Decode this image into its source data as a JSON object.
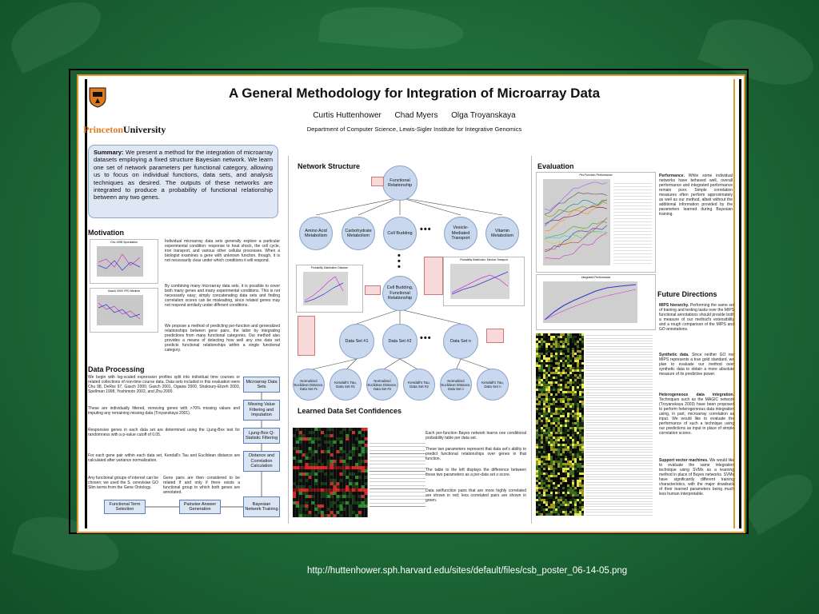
{
  "poster": {
    "title": "A General Methodology for Integration of Microarray Data",
    "authors": "Curtis Huttenhower      Chad Myers      Olga Troyanskaya",
    "department": "Department of Computer Science, Lewis-Sigler Institute for Integrative Genomics",
    "logo_part1": "Princeton",
    "logo_part2": "University",
    "summary_label": "Summary:",
    "summary_text": "We present a method for the integration of microarray datasets employing a fixed structure Bayesian network.  We learn one set of network parameters per functional category, allowing us to focus on individual functions, data sets, and analysis techniques as desired.  The outputs of these networks are integrated to produce a probability of functional relationship between any two genes.",
    "motivation_heading": "Motivation",
    "motivation_p1": "Individual microarray data sets generally explore a particular experimental condition: response to heat shock, the cell cycle, iron transport, and various other cellular processes.  When a biologist examines a gene with unknown function, though, it is not necessarily clear under which conditions it will respond.",
    "motivation_p2": "By combining many microarray data sets, it is possible to cover both many genes and many experimental conditions.  This is not necessarily easy; simply concatenating data sets and finding correlation scores can be misleading, since related genes may not respond similarly under different conditions.",
    "motivation_p3": "We propose a method of predicting per-function and generalized relationships between gene pairs, the latter by integrating predictions from many functional categories.  Our method also provides a means of detecting how well any one data set predicts functional relationships within a single functional category.",
    "chart1_title": "Chu 1998 Sporulation",
    "chart2_title": "Gasch 2000 YPD Medium",
    "data_processing_heading": "Data Processing",
    "dp_p1": "We begin with log-scaled expression profiles split into individual time courses or related collections of non-time course data.  Data sets included in this evaluation were Chu 98, DeRisi 97, Gasch 2000, Gasch 2001, Ogawa 2000, Shakoury-Elizeh 2003, Spellman 1998, Yoshimoto 2002, and Zhu 2000.",
    "dp_p2": "These are individually filtered, removing genes with >70% missing values and imputing any remaining missing data (Troyanskaya 2001).",
    "dp_p3": "Responsive genes in each data set are determined using the Ljung-Box test for randomness with a p-value cutoff of 0.05.",
    "dp_p4": "For each gene pair within each data set, Kendall's Tau and Euclidean distance are calculated after variance normalization.",
    "dp_p5": "Any functional groups of interest can be chosen; we used the S. cerevisiae GO Slim terms from the Gene Ontology.",
    "dp_p6": "Gene pairs are then considered to be related if and only if there exists a functional group to which both genes are annotated.",
    "flow": [
      "Microarray Data Sets",
      "Missing Value Filtering and Imputation",
      "Ljung-Box Q-Statistic Filtering",
      "Distance and Correlation Calculation",
      "Bayesian Network Training",
      "Pairwise Answer Generation",
      "Functional Term Selection"
    ],
    "network_heading": "Network Structure",
    "net_nodes": {
      "root": "Functional Relationship",
      "amino": "Amino Acid Metabolism",
      "carb": "Carbohydrate Metabolism",
      "budding": "Cell Budding",
      "vesicle": "Vesicle-Mediated Transport",
      "vitamin": "Vitamin Metabolism",
      "cb_fr": "Cell Budding, Functional Relationship",
      "ds1": "Data Set #1",
      "ds2": "Data Set #2",
      "dsn": "Data Set n",
      "n1": "Normalized Euclidean Distance, Data Set #1",
      "k1": "Kendall's Tau, Data Set #1",
      "n2": "Normalized Euclidean Distance, Data Set #2",
      "k2": "Kendall's Tau, Data Set #2",
      "nn": "Normalized Euclidean Distance, Data Set n",
      "kn": "Kendall's Tau, Data Set n"
    },
    "prob_chart1": "Probability Distribution: Distance",
    "prob_chart2": "Probability Distribution: Electron Transport",
    "learned_heading": "Learned Data Set Confidences",
    "learned_p1": "Each per-function Bayes network learns one conditional probability table per data set.",
    "learned_p2": "These two parameters represent that data set's ability to predict functional relationships over genes in that function.",
    "learned_p3": "The table to the left displays the difference between these two parameters as a per-data set z-score.",
    "learned_p4": "Data set/function pairs that are more highly correlated are shown in red; less correlated pairs are shown in green.",
    "evaluation_heading": "Evaluation",
    "eval_chart1": "Per-Function Performance",
    "eval_chart2": "Integrated Performance",
    "performance_label": "Performance.",
    "performance_text": "While some individual networks have behaved well, overall performance and integrated performance remain poor.  Simple correlation measures often perform approximately as well as our method, albeit without the additional information provided by the parameters learned during Bayesian training.",
    "future_heading": "Future Directions",
    "mips_label": "MIPS hierarchy.",
    "mips_text": "Performing the same set of training and testing tasks over the MIPS functional annotations should provide both a measure of our method's extensibility and a rough comparison of the MIPS and GO annotations.",
    "synth_label": "Synthetic data.",
    "synth_text": "Since neither GO nor MIPS represents a true gold standard, we plan to evaluate our method over synthetic data to obtain a more absolute measure of its predictive power.",
    "hetero_label": "Heterogeneous data integration.",
    "hetero_text": "Techniques such as the MAGIC network (Troyanskaya 2003) have been proposed to perform heterogeneous data integration using, in part, microarray correlation as input.  We would like to evaluate the performance of such a technique using our predictions as input in place of simple correlation scores.",
    "svm_label": "Support vector machines.",
    "svm_text": "We would like to evaluate the same integration technique using SVMs as a learning method in place of Bayes networks.  SVMs have significantly different training characteristics, with the major drawback of their learned parameters being much less human interpretable."
  },
  "caption": "http://huttenhower.sph.harvard.edu/sites/default/files/csb_poster_06-14-05.png",
  "colors": {
    "background": "#1f6e3a",
    "accent": "#e0962c",
    "node_fill": "#c9d8ee"
  }
}
